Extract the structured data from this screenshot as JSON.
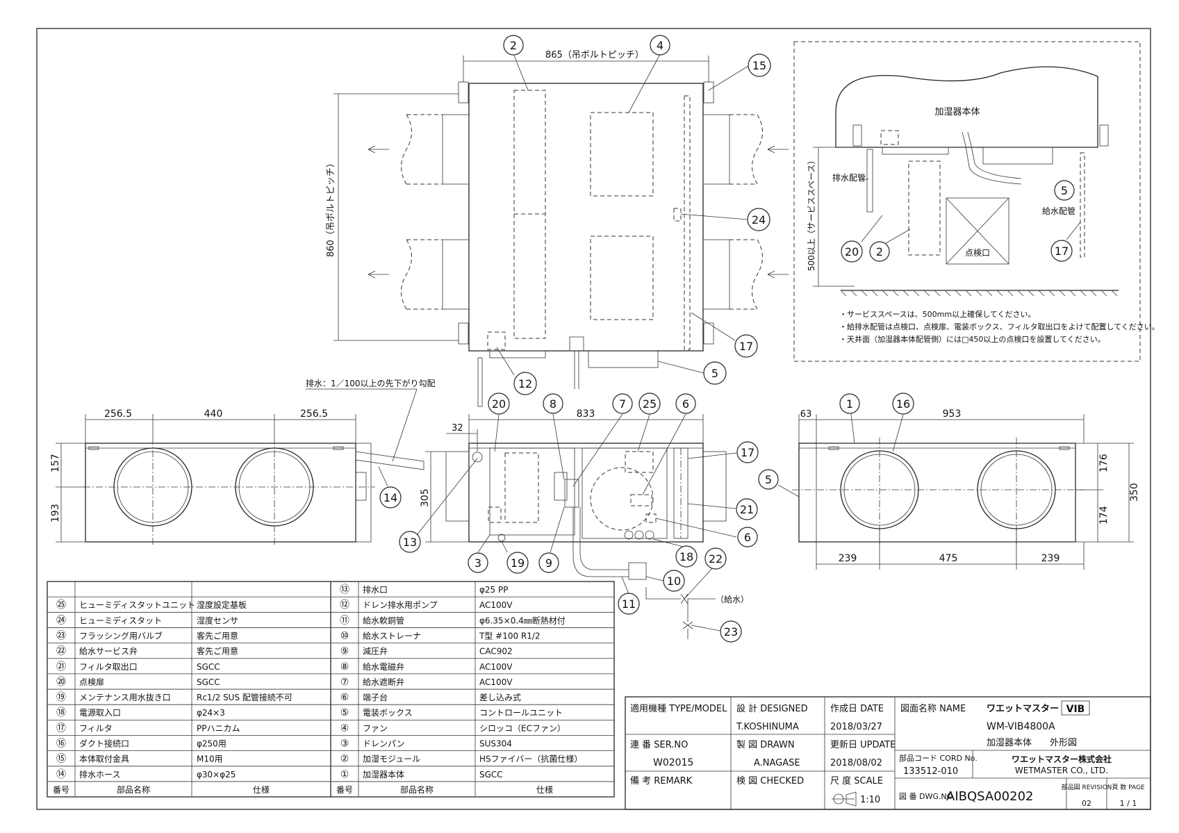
{
  "drawing": {
    "top_view": {
      "dim_width": "865（吊ボルトピッチ）",
      "dim_height": "860（吊ボルトピッチ）",
      "balloons": [
        "2",
        "4",
        "15",
        "24",
        "17",
        "12",
        "5"
      ]
    },
    "detail_view": {
      "body_label": "加湿器本体",
      "drain_label": "排水配管",
      "supply_label": "給水配管",
      "inspection_label": "点検口",
      "service_space": "500以上（サービススペース）",
      "balloons": [
        "5",
        "20",
        "2",
        "17"
      ],
      "notes": [
        "・サービススペースは、500mm以上確保してください。",
        "・給排水配管は点検口、点検扉、電装ボックス、フィルタ取出口をよけて配置してください。",
        "・天井面（加湿器本体配管側）には□450以上の点検口を設置してください。"
      ]
    },
    "left_view": {
      "dims": [
        "256.5",
        "440",
        "256.5",
        "157",
        "193"
      ],
      "drain_note": "排水：1／100以上の先下がり勾配",
      "balloons": [
        "14"
      ]
    },
    "front_view": {
      "dims": [
        "833",
        "32",
        "305"
      ],
      "balloons": [
        "20",
        "8",
        "7",
        "25",
        "6",
        "17",
        "21",
        "6",
        "18",
        "22",
        "10",
        "11",
        "13",
        "3",
        "19",
        "9",
        "23"
      ],
      "water_label": "（給水）"
    },
    "right_view": {
      "dims": [
        "63",
        "953",
        "176",
        "350",
        "174",
        "239",
        "475",
        "239"
      ],
      "balloons": [
        "1",
        "16",
        "5"
      ]
    }
  },
  "parts_table": {
    "headers": {
      "no": "番号",
      "name": "部品名称",
      "spec": "仕様"
    },
    "left": [
      {
        "no": "㉕",
        "name": "ヒューミディスタットユニット",
        "spec": "湿度設定基板"
      },
      {
        "no": "㉔",
        "name": "ヒューミディスタット",
        "spec": "湿度センサ"
      },
      {
        "no": "㉓",
        "name": "フラッシング用バルブ",
        "spec": "客先ご用意"
      },
      {
        "no": "㉒",
        "name": "給水サービス弁",
        "spec": "客先ご用意"
      },
      {
        "no": "㉑",
        "name": "フィルタ取出口",
        "spec": "SGCC"
      },
      {
        "no": "⑳",
        "name": "点検扉",
        "spec": "SGCC"
      },
      {
        "no": "⑲",
        "name": "メンテナンス用水抜き口",
        "spec": "Rc1/2 SUS 配管接続不可"
      },
      {
        "no": "⑱",
        "name": "電源取入口",
        "spec": "φ24×3"
      },
      {
        "no": "⑰",
        "name": "フィルタ",
        "spec": "PPハニカム"
      },
      {
        "no": "⑯",
        "name": "ダクト接続口",
        "spec": "φ250用"
      },
      {
        "no": "⑮",
        "name": "本体取付金具",
        "spec": "M10用"
      },
      {
        "no": "⑭",
        "name": "排水ホース",
        "spec": "φ30×φ25"
      }
    ],
    "right": [
      {
        "no": "⑬",
        "name": "排水口",
        "spec": "φ25 PP"
      },
      {
        "no": "⑫",
        "name": "ドレン排水用ポンプ",
        "spec": "AC100V"
      },
      {
        "no": "⑪",
        "name": "給水軟銅管",
        "spec": "φ6.35×0.4㎜断熱材付"
      },
      {
        "no": "⑩",
        "name": "給水ストレーナ",
        "spec": "T型 #100 R1/2"
      },
      {
        "no": "⑨",
        "name": "減圧弁",
        "spec": "CAC902"
      },
      {
        "no": "⑧",
        "name": "給水電磁弁",
        "spec": "AC100V"
      },
      {
        "no": "⑦",
        "name": "給水遮断弁",
        "spec": "AC100V"
      },
      {
        "no": "⑥",
        "name": "端子台",
        "spec": "差し込み式"
      },
      {
        "no": "⑤",
        "name": "電装ボックス",
        "spec": "コントロールユニット"
      },
      {
        "no": "④",
        "name": "ファン",
        "spec": "シロッコ（ECファン）"
      },
      {
        "no": "③",
        "name": "ドレンパン",
        "spec": "SUS304"
      },
      {
        "no": "②",
        "name": "加湿モジュール",
        "spec": "HSファイバー（抗菌仕様）"
      },
      {
        "no": "①",
        "name": "加湿器本体",
        "spec": "SGCC"
      }
    ]
  },
  "title_block": {
    "type_label": "適用機種 TYPE/MODEL",
    "designed_label": "設 計 DESIGNED",
    "designed_value": "T.KOSHINUMA",
    "date_label": "作成日 DATE",
    "date_value": "2018/03/27",
    "ser_label": "連 番 SER.NO",
    "ser_value": "W02015",
    "drawn_label": "製 図 DRAWN",
    "drawn_value": "A.NAGASE",
    "update_label": "更新日 UPDATE",
    "update_value": "2018/08/02",
    "remark_label": "備 考 REMARK",
    "checked_label": "検 図 CHECKED",
    "scale_label": "尺 度 SCALE",
    "scale_value": "1:10",
    "name_label": "図面名称 NAME",
    "brand": "ワエットマスター",
    "brand_box": "VIB",
    "model": "WM-VIB4800A",
    "drawing_name": "加湿器本体　　外形図",
    "cord_label": "部品コード CORD No.",
    "cord_value": "133512-010",
    "company_jp": "ワエットマスター株式会社",
    "company_en": "WETMASTER CO., LTD.",
    "dwg_label": "図 番 DWG.NO",
    "dwg_value": "AIBQSA00202",
    "rev_label": "部品図 REVISION",
    "rev_value": "02",
    "page_label": "頁 数 PAGE",
    "page_value": "1 / 1"
  }
}
